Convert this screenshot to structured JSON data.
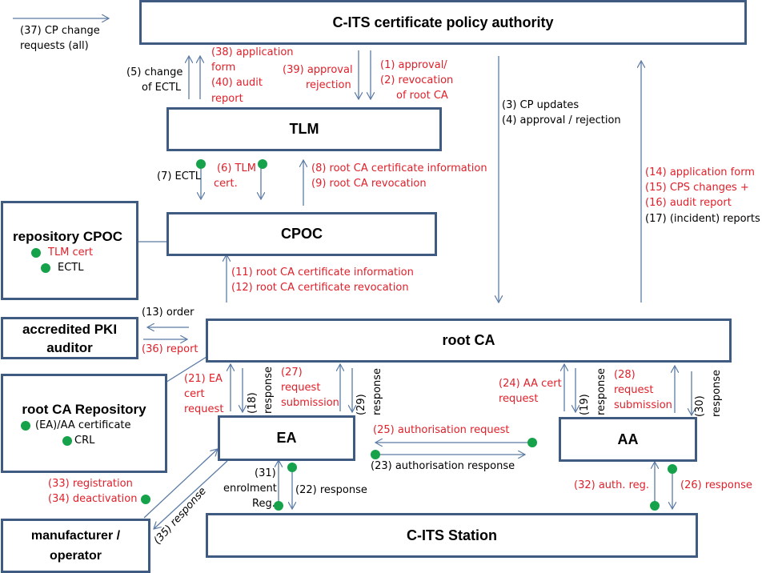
{
  "colors": {
    "box_border": "#3f5b82",
    "arrow": "#5b7ba5",
    "red_text": "#e0202a",
    "dot": "#15a24a"
  },
  "entities": {
    "policy_authority": "C-ITS certificate policy authority",
    "tlm": "TLM",
    "cpoc": "CPOC",
    "repository_cpoc": {
      "title": "repository  CPOC",
      "items": [
        "TLM cert",
        "ECTL"
      ]
    },
    "pki_auditor": {
      "line1": "accredited PKI",
      "line2": "auditor"
    },
    "root_ca": "root CA",
    "root_ca_repository": {
      "title": "root  CA Repository",
      "items": [
        "(EA)/AA certificate",
        "CRL"
      ]
    },
    "ea": "EA",
    "aa": "AA",
    "manufacturer": {
      "line1": "manufacturer /",
      "line2": "operator"
    },
    "station": "C-ITS Station"
  },
  "flows": {
    "f37": [
      "(37) CP change",
      "requests (all)"
    ],
    "f5": [
      "(5) change",
      "of ECTL"
    ],
    "f38_40": [
      "(38) application",
      "form",
      "(40) audit",
      "report"
    ],
    "f39": [
      "(39) approval",
      "rejection"
    ],
    "f1_2": [
      "(1) approval/",
      "(2) revocation",
      "of root CA"
    ],
    "f3_4": [
      "(3) CP updates",
      "(4)  approval / rejection"
    ],
    "f14_17": [
      "(14) application form",
      "(15) CPS changes +",
      "(16) audit report",
      "(17) (incident) reports"
    ],
    "f7": "(7) ECTL",
    "f6": [
      "(6) TLM",
      "cert."
    ],
    "f8_9": [
      "(8) root  CA certificate information",
      "(9) root  CA revocation"
    ],
    "f11_12": [
      "(11) root  CA certificate information",
      "(12) root  CA certificate revocation"
    ],
    "f13": "(13) order",
    "f36": "(36) report",
    "f21": [
      "(21) EA",
      "cert",
      "request"
    ],
    "f18": [
      "(18)",
      "response"
    ],
    "f27": [
      "(27)",
      "request",
      "submission"
    ],
    "f29": [
      "(29)",
      "response"
    ],
    "f24": [
      "(24) AA cert",
      "request"
    ],
    "f19": [
      "(19)",
      "response"
    ],
    "f28": [
      "(28)",
      "request",
      "submission"
    ],
    "f30": [
      "(30)",
      "response"
    ],
    "f25": "(25) authorisation request",
    "f23": "(23) authorisation response",
    "f33_34": [
      "(33) registration",
      "(34) deactivation"
    ],
    "f35": "(35) response",
    "f31": [
      "(31)",
      "enrolment",
      "Reg."
    ],
    "f22": "(22) response",
    "f32": "(32) auth. reg.",
    "f26": "(26) response"
  }
}
